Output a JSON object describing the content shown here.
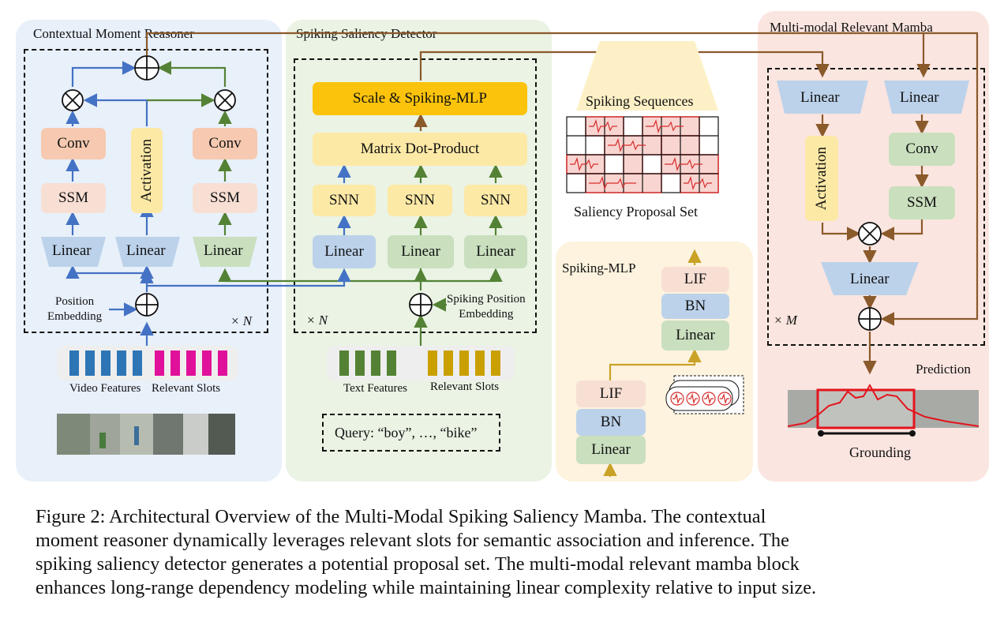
{
  "panels": {
    "cmr": {
      "title": "Contextual Moment Reasoner",
      "repeat": "× N"
    },
    "ssd": {
      "title": "Spiking Saliency Detector",
      "repeat": "× N"
    },
    "mrm": {
      "title": "Multi-modal Relevant Mamba",
      "repeat": "× M"
    },
    "mlp": {
      "title": "Spiking-MLP"
    }
  },
  "cmr_blocks": {
    "conv": "Conv",
    "ssm": "SSM",
    "linear": "Linear",
    "activation": "Activation",
    "position_embedding": [
      "Position",
      "Embedding"
    ],
    "video_features": "Video Features",
    "relevant_slots": "Relevant Slots"
  },
  "ssd_blocks": {
    "scale_mlp": "Scale & Spiking-MLP",
    "matrix_dot": "Matrix Dot-Product",
    "snn": "SNN",
    "linear": "Linear",
    "spiking_position": [
      "Spiking Position",
      "Embedding"
    ],
    "text_features": "Text Features",
    "relevant_slots": "Relevant Slots",
    "query": "Query: “boy”, …, “bike”"
  },
  "middle": {
    "spiking_sequences": "Spiking Sequences",
    "saliency_proposal_set": "Saliency Proposal Set"
  },
  "mlp_blocks": {
    "lif": "LIF",
    "bn": "BN",
    "linear": "Linear"
  },
  "mrm_blocks": {
    "linear": "Linear",
    "activation": "Activation",
    "conv": "Conv",
    "ssm": "SSM",
    "prediction": "Prediction",
    "grounding": "Grounding"
  },
  "colors": {
    "blue_arrow": "#4472c4",
    "green_arrow": "#548235",
    "brown_arrow": "#8b5a2b",
    "gold_arrow": "#c9a227",
    "video_bar": "#2e75b6",
    "slot_bar": "#e0109b",
    "text_bar": "#548235",
    "text_slot_bar": "#c9a000"
  },
  "caption": [
    "Figure 2: Architectural Overview of the Multi-Modal Spiking Saliency Mamba. The contextual",
    "moment reasoner dynamically leverages relevant slots for semantic association and inference. The",
    "spiking saliency detector generates a potential proposal set. The multi-modal relevant mamba block",
    "enhances long-range dependency modeling while maintaining linear complexity relative to input size."
  ]
}
